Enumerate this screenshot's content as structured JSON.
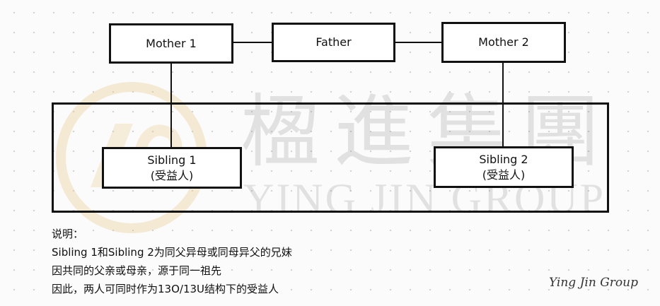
{
  "nodes": {
    "mother1": "Mother 1",
    "father": "Father",
    "mother2": "Mother 2",
    "sibling1": {
      "name": "Sibling 1",
      "role": "(受益人)"
    },
    "sibling2": {
      "name": "Sibling 2",
      "role": "(受益人)"
    }
  },
  "watermark": {
    "chinese": "楹進集團",
    "english": "YING JIN GROUP"
  },
  "notes": {
    "heading": "说明：",
    "line1": "Sibling 1和Sibling 2为同父异母或同母异父的兄妹",
    "line2": "因共同的父亲或母亲，源于同一祖先",
    "line3": "因此，两人可同时作为13O/13U结构下的受益人"
  },
  "signature": "Ying Jin Group",
  "colors": {
    "line": "#111111",
    "watermark": "#969696",
    "logo": "#e8c98a"
  }
}
